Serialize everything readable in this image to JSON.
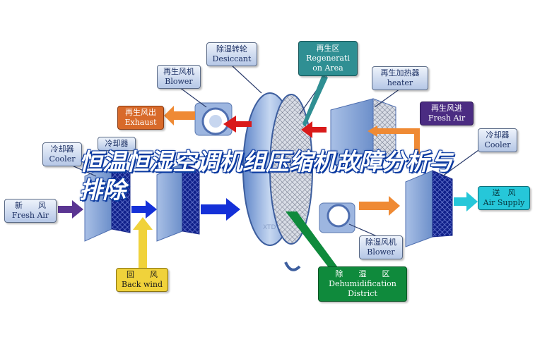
{
  "title": "恒温恒湿空调机组压缩机故障分析与排除",
  "watermark": "XTD",
  "labels": {
    "desiccant": {
      "cn": "除湿转轮",
      "en": "Desiccant"
    },
    "regen_blower": {
      "cn": "再生风机",
      "en": "Blower"
    },
    "regen_area": {
      "cn": "再生区",
      "en1": "Regenerati",
      "en2": "on Area"
    },
    "regen_heater": {
      "cn": "再生加热器",
      "en": "heater"
    },
    "regen_exhaust": {
      "cn": "再生风出",
      "en": "Exhaust"
    },
    "regen_fresh": {
      "cn": "再生风进",
      "en": "Fresh Air"
    },
    "cooler_left": {
      "cn": "冷却器",
      "en": "Cooler"
    },
    "cooler_mid": {
      "cn": "冷却器"
    },
    "cooler_right": {
      "cn": "冷却器",
      "en": "Cooler"
    },
    "fresh_air": {
      "cn": "新　　风",
      "en": "Fresh Air"
    },
    "air_supply": {
      "cn": "送　风",
      "en": "Air Supply"
    },
    "back_wind": {
      "cn": "回　　风",
      "en": "Back wind"
    },
    "dehum_blower": {
      "cn": "除湿风机",
      "en": "Blower"
    },
    "dehum_district": {
      "cn": "除　　湿　　区",
      "en1": "Dehumidification",
      "en2": "District"
    }
  },
  "colors": {
    "blue_arrow": "#1430d8",
    "red_arrow": "#d91a1a",
    "orange_arrow": "#ef8a34",
    "yellow_arrow": "#f0d23b",
    "cyan_arrow": "#26c7d9",
    "purple_arrow": "#5a3592"
  }
}
